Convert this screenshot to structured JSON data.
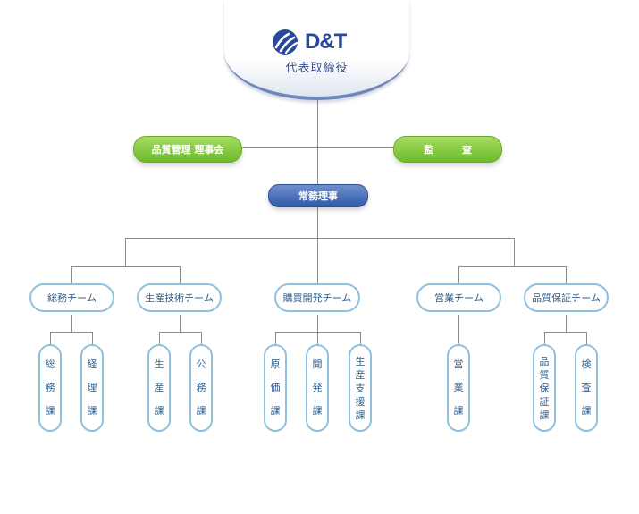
{
  "logo": {
    "text": "D&T"
  },
  "ceo": {
    "title": "代表取締役"
  },
  "advisory": {
    "left": "品質管理 理事会",
    "right": "監 査"
  },
  "director": "常務理事",
  "teams": [
    {
      "name": "総務チーム",
      "depts": [
        "総務課",
        "経理課"
      ]
    },
    {
      "name": "生産技術チーム",
      "depts": [
        "生産課",
        "公務課"
      ]
    },
    {
      "name": "購買開発チーム",
      "depts": [
        "原価課",
        "開発課",
        "生産支援課"
      ]
    },
    {
      "name": "営業チーム",
      "depts": [
        "営業課"
      ]
    },
    {
      "name": "品質保証チーム",
      "depts": [
        "品質保証課",
        "検査課"
      ]
    }
  ],
  "colors": {
    "green": "#7cc43a",
    "navy": "#3a64ad",
    "outline": "#8fc0de",
    "text": "#2f5f8a",
    "line": "#8c8c8c"
  }
}
